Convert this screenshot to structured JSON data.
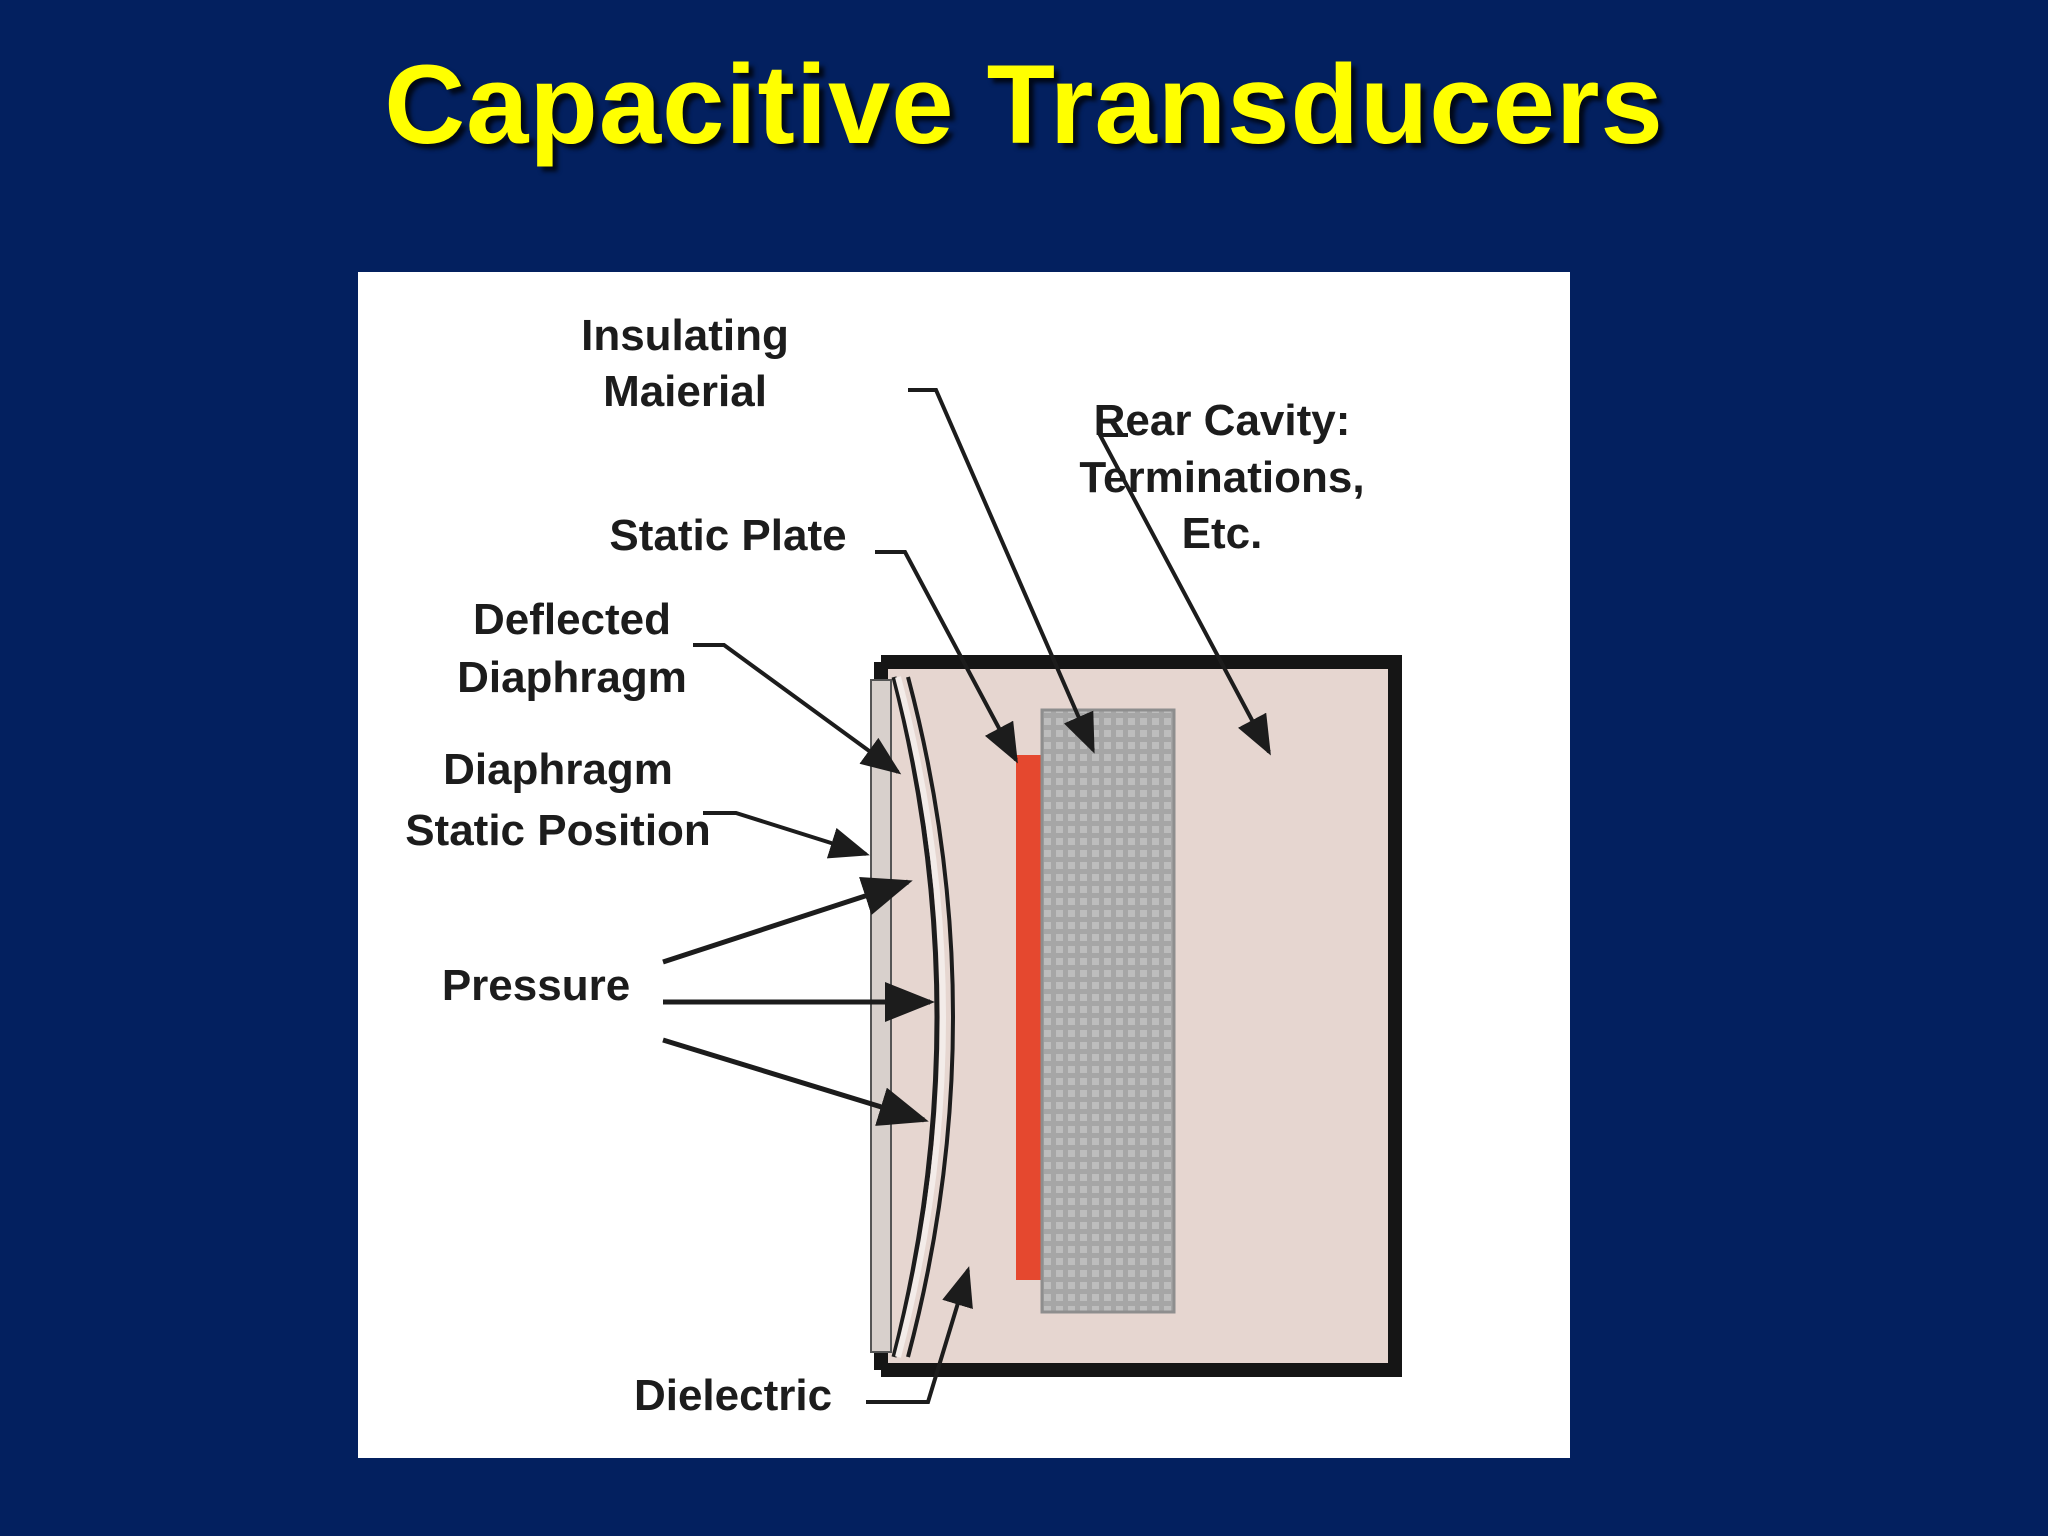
{
  "slide": {
    "title": "Capacitive Transducers",
    "background_color": "#03205f",
    "title_color": "#ffff00"
  },
  "diagram": {
    "labels": {
      "insulating_material": [
        "Insulating",
        "Maierial"
      ],
      "rear_cavity": [
        "Rear Cavity:",
        "Terminations,",
        "Etc."
      ],
      "static_plate": "Static Plate",
      "deflected_diaphragm": [
        "Deflected",
        "Diaphragm"
      ],
      "diaphragm_static_position": [
        "Diaphragm",
        "Static Position"
      ],
      "pressure": "Pressure",
      "dielectric": "Dielectric"
    },
    "colors": {
      "housing_fill": "#e6d6d0",
      "housing_outline": "#151515",
      "static_plate": "#e5482f",
      "insulating_material": "#a6a6a6",
      "panel": "#ffffff"
    }
  }
}
